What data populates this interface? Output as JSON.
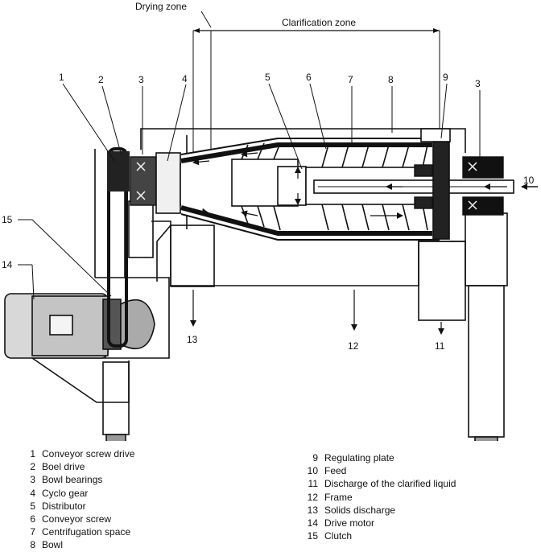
{
  "zones": {
    "drying": "Drying zone",
    "clarification": "Clarification zone"
  },
  "callouts": {
    "c1": "1",
    "c2": "2",
    "c3a": "3",
    "c4": "4",
    "c5": "5",
    "c6": "6",
    "c7": "7",
    "c8": "8",
    "c9": "9",
    "c3b": "3",
    "c10": "10",
    "c11": "11",
    "c12": "12",
    "c13": "13",
    "c14": "14",
    "c15": "15"
  },
  "legend_left": [
    {
      "num": "1",
      "text": "Conveyor screw drive"
    },
    {
      "num": "2",
      "text": "Boel drive"
    },
    {
      "num": "3",
      "text": "Bowl bearings"
    },
    {
      "num": "4",
      "text": "Cyclo gear"
    },
    {
      "num": "5",
      "text": "Distributor"
    },
    {
      "num": "6",
      "text": "Conveyor screw"
    },
    {
      "num": "7",
      "text": "Centrifugation space"
    },
    {
      "num": "8",
      "text": "Bowl"
    }
  ],
  "legend_right": [
    {
      "num": "9",
      "text": "Regulating plate"
    },
    {
      "num": "10",
      "text": "Feed"
    },
    {
      "num": "11",
      "text": "Discharge of the clarified liquid"
    },
    {
      "num": "12",
      "text": "Frame"
    },
    {
      "num": "13",
      "text": "Solids discharge"
    },
    {
      "num": "14",
      "text": "Drive motor"
    },
    {
      "num": "15",
      "text": "Clutch"
    }
  ]
}
